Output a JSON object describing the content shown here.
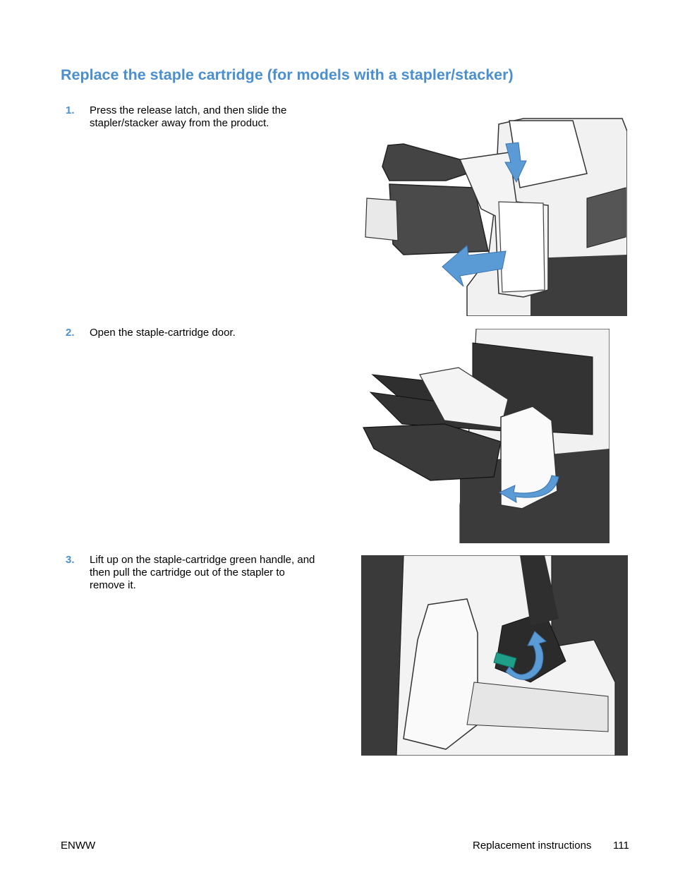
{
  "page": {
    "title": "Replace the staple cartridge (for models with a stapler/stacker)",
    "accent_color": "#4a8fd0"
  },
  "steps": [
    {
      "number": "1.",
      "text": "Press the release latch, and then slide the stapler/stacker away from the product.",
      "illustration": "stapler-stacker-slide-away-illustration"
    },
    {
      "number": "2.",
      "text": "Open the staple-cartridge door.",
      "illustration": "staple-cartridge-door-open-illustration"
    },
    {
      "number": "3.",
      "text": "Lift up on the staple-cartridge green handle, and then pull the cartridge out of the stapler to remove it.",
      "illustration": "staple-cartridge-removal-illustration"
    }
  ],
  "footer": {
    "left": "ENWW",
    "section": "Replacement instructions",
    "page_number": "111"
  }
}
